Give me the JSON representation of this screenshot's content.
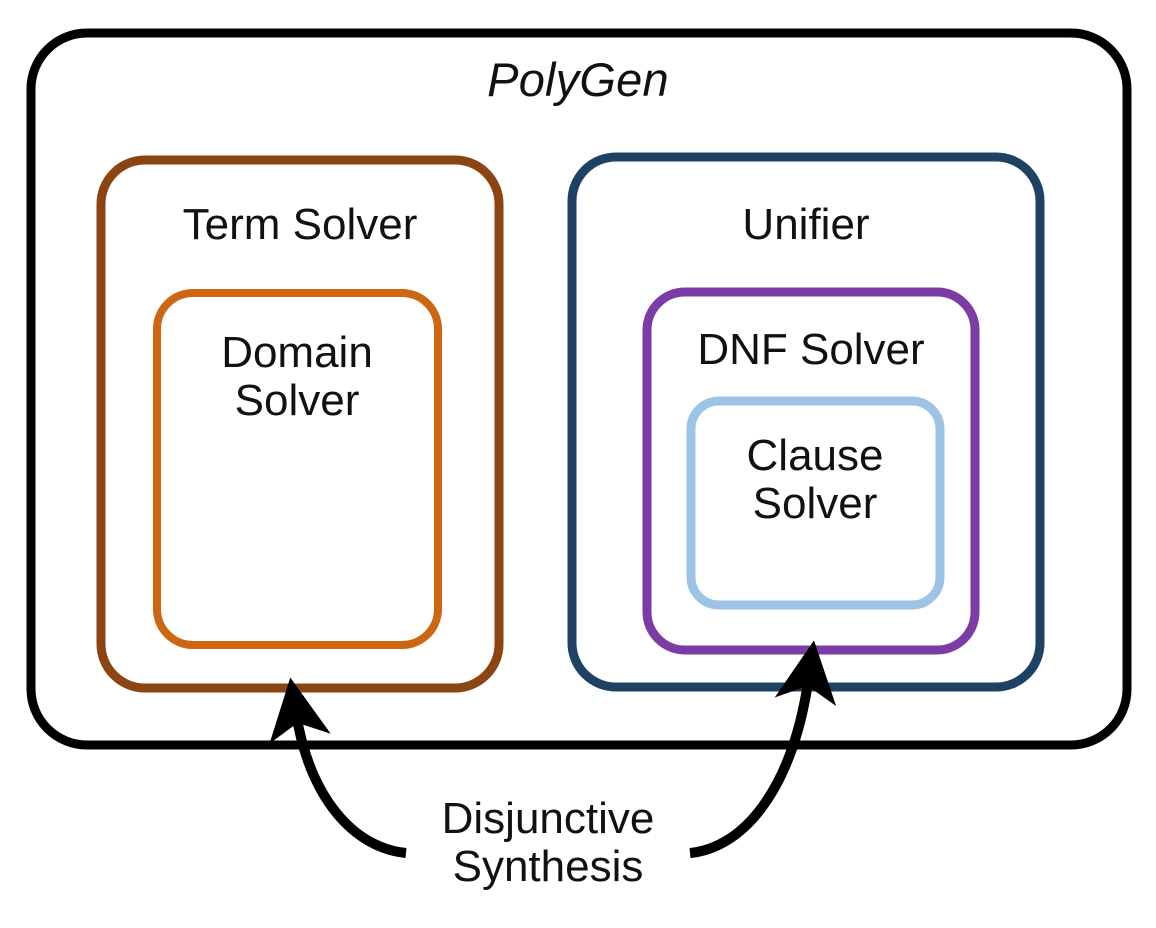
{
  "diagram": {
    "title": "PolyGen",
    "type": "nested-architecture-diagram",
    "background_color": "#ffffff",
    "outer_container": {
      "label": "PolyGen",
      "stroke_color": "#000000",
      "italic": true
    },
    "columns": [
      {
        "name": "term-solver-column",
        "label": "Term Solver",
        "stroke_color": "#8B4513",
        "child": {
          "name": "domain-solver",
          "label": "Domain\nSolver",
          "stroke_color": "#CC6611"
        }
      },
      {
        "name": "unifier-column",
        "label": "Unifier",
        "stroke_color": "#1F4264",
        "child": {
          "name": "dnf-solver",
          "label": "DNF Solver",
          "stroke_color": "#7D3CA5",
          "child": {
            "name": "clause-solver",
            "label": "Clause\nSolver",
            "stroke_color": "#9DC3E6"
          }
        }
      }
    ],
    "annotation": {
      "label": "Disjunctive\nSynthesis",
      "color": "#000000",
      "arrows": [
        {
          "name": "arrow-to-term-solver",
          "from": "Disjunctive Synthesis",
          "to": "Term Solver"
        },
        {
          "name": "arrow-to-dnf-solver",
          "from": "Disjunctive Synthesis",
          "to": "DNF Solver"
        }
      ]
    },
    "labels": {
      "polygen": "PolyGen",
      "term_solver": "Term Solver",
      "domain_solver": "Domain\nSolver",
      "unifier": "Unifier",
      "dnf_solver": "DNF Solver",
      "clause_solver": "Clause\nSolver",
      "disjunctive_synthesis": "Disjunctive\nSynthesis"
    },
    "colors": {
      "outer": "#000000",
      "term_solver": "#8B4513",
      "domain_solver": "#CC6611",
      "unifier": "#1F4264",
      "dnf_solver": "#7D3CA5",
      "clause_solver": "#9DC3E6",
      "text": "#111111",
      "arrow": "#000000"
    }
  }
}
